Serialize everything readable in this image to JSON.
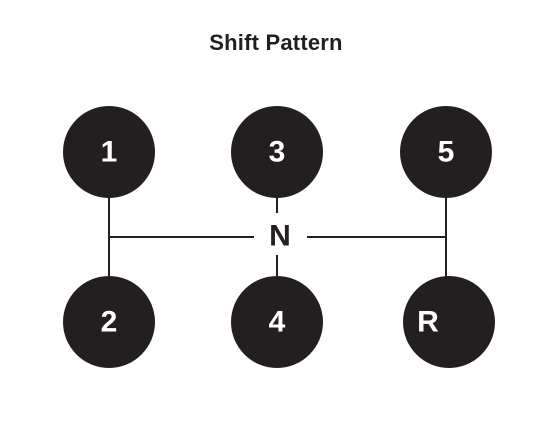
{
  "title": "Shift Pattern",
  "gears": {
    "first": "1",
    "third": "3",
    "fifth": "5",
    "second": "2",
    "fourth": "4",
    "reverse": "R"
  },
  "neutral": "N",
  "colors": {
    "ink": "#231f20",
    "label": "#ffffff",
    "background": "#ffffff"
  }
}
